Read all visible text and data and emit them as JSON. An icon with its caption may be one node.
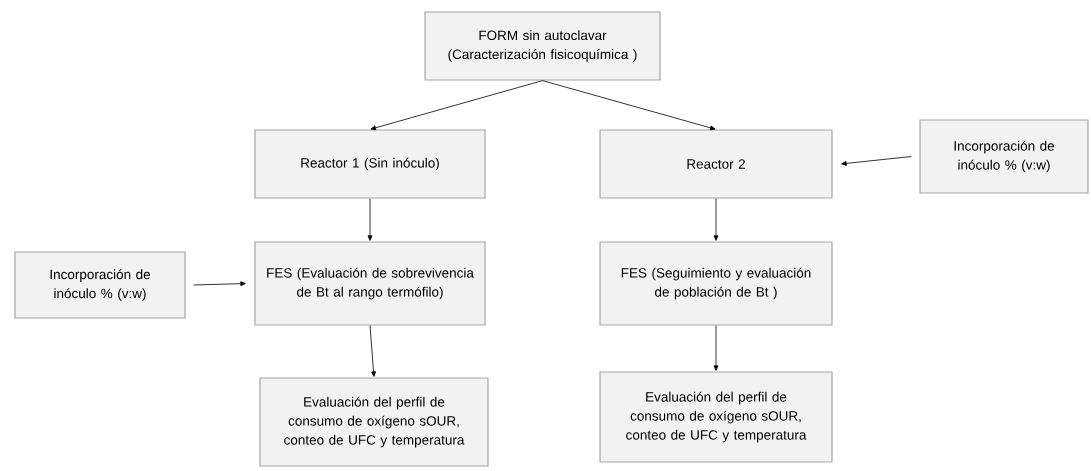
{
  "diagram": {
    "nodes": [
      {
        "text": [
          "FORM sin autoclavar (Caracterización fisicoquímica )"
        ]
      },
      {
        "text": [
          "Reactor 1 (Sin inóculo)"
        ]
      },
      {
        "text": [
          "Reactor 2"
        ]
      },
      {
        "text": [
          "Incorporación de inóculo % (v:w)"
        ]
      },
      {
        "text": [
          "Incorporación de inóculo % (v:w)"
        ]
      },
      {
        "text": [
          "FES (Evaluación de sobrevivencia de Bt al rango termófilo)"
        ]
      },
      {
        "text": [
          "FES (Seguimiento y evaluación de población de Bt )"
        ]
      },
      {
        "text": [
          "Evaluación del perfil de consumo de oxígeno sOUR, conteo de UFC y temperatura"
        ]
      },
      {
        "text": [
          "Evaluación del perfil de consumo de oxígeno sOUR, conteo de UFC y temperatura"
        ]
      }
    ],
    "edges": [
      {
        "from": 0,
        "to": 1,
        "arrow": "to"
      },
      {
        "from": 0,
        "to": 2,
        "arrow": "to"
      },
      {
        "from": 3,
        "to": 2,
        "arrow": "to"
      },
      {
        "from": 1,
        "to": 5,
        "arrow": "to"
      },
      {
        "from": 4,
        "to": 5,
        "arrow": "to"
      },
      {
        "from": 2,
        "to": 6,
        "arrow": "to"
      },
      {
        "from": 5,
        "to": 7,
        "arrow": "to"
      },
      {
        "from": 6,
        "to": 8,
        "arrow": "to"
      }
    ]
  }
}
